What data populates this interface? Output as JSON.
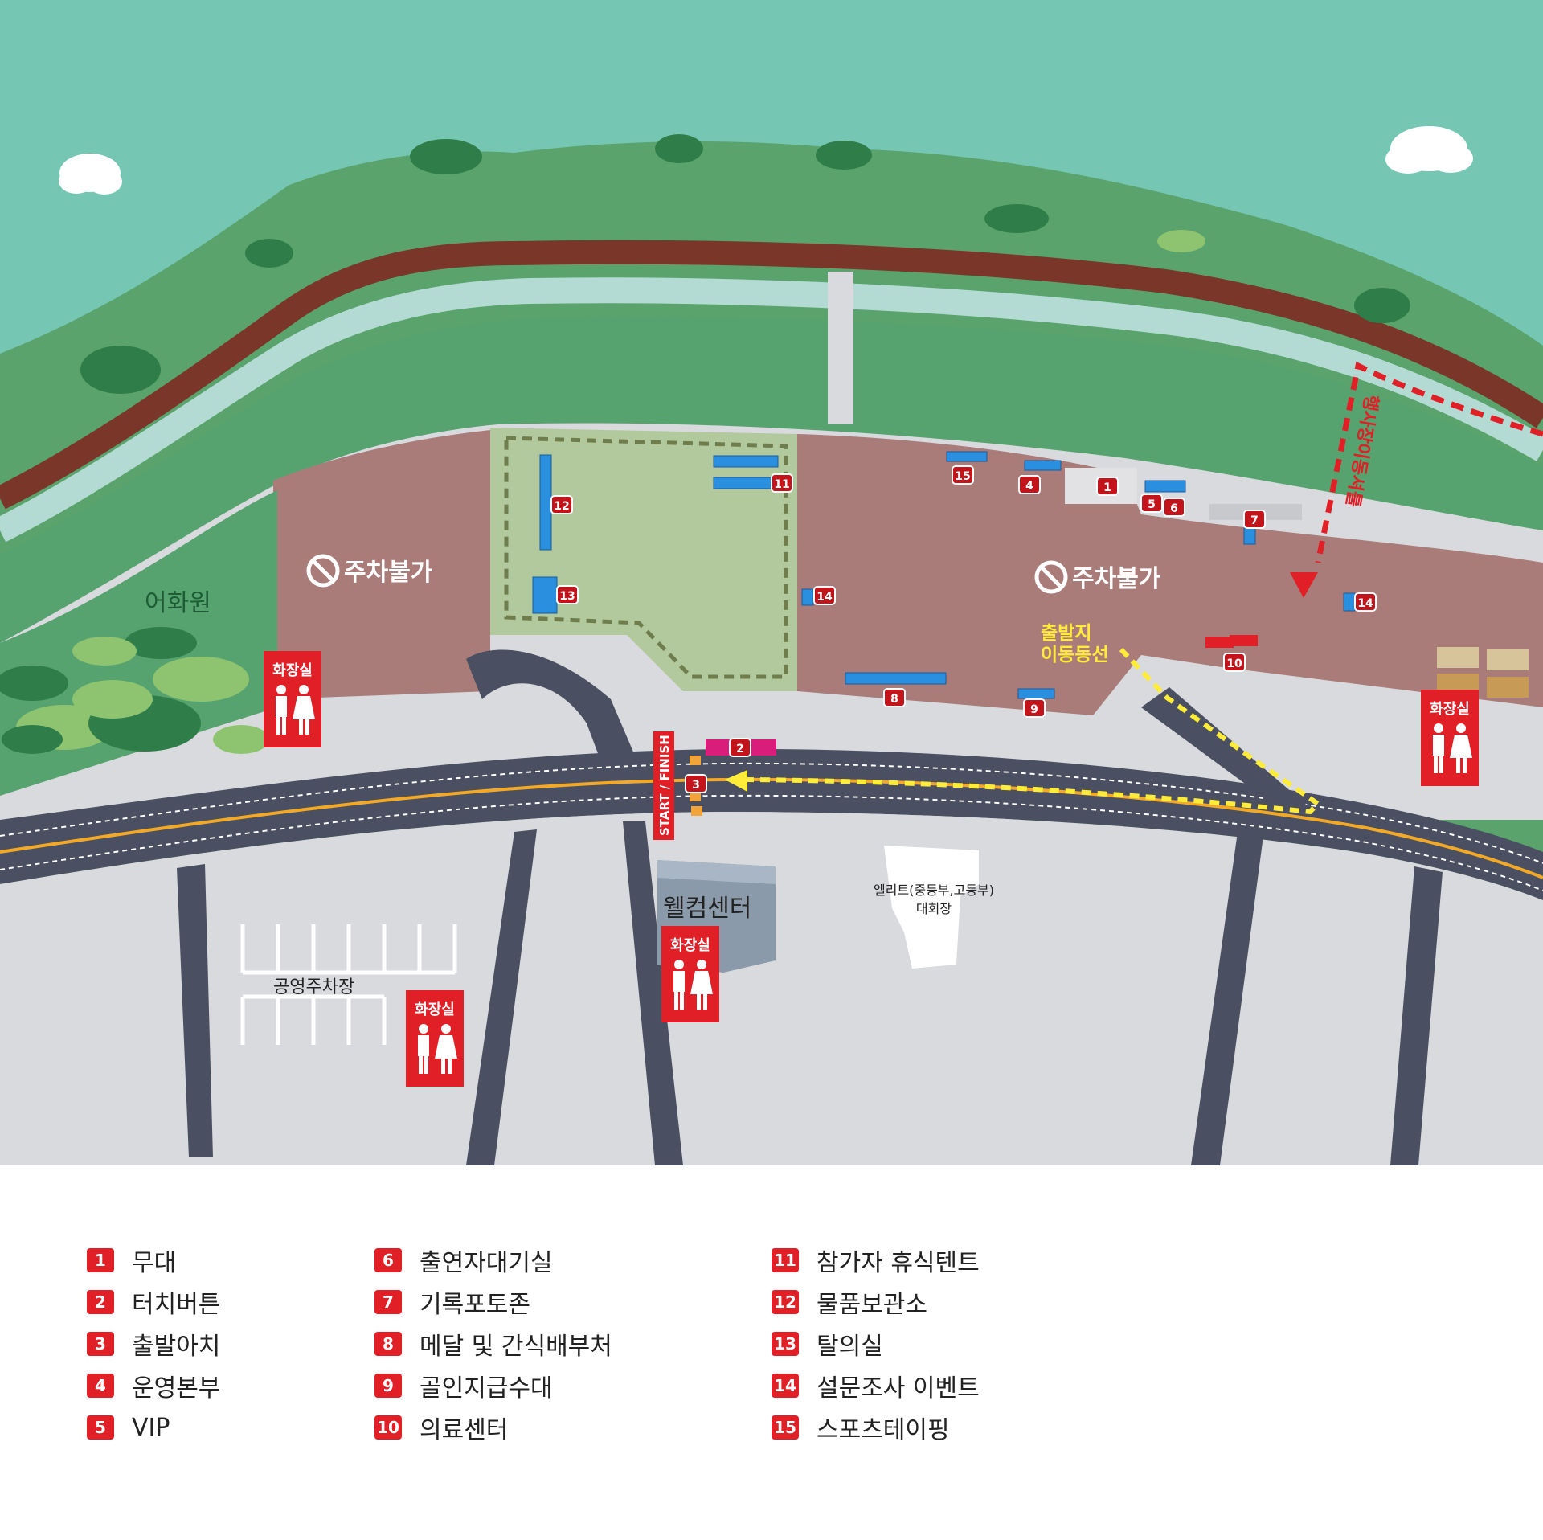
{
  "places": {
    "park": "어화원",
    "no_parking_1": "주차불가",
    "no_parking_2": "주차불가",
    "welcome_center": "웰컴센터",
    "public_parking": "공영주차장",
    "elite_1": "엘리트(중등부,고등부)",
    "elite_2": "대회장",
    "start_finish": "START / FINISH",
    "move_route_1": "출발지",
    "move_route_2": "이동동선",
    "shuttle_route": "행사장이동셔틀"
  },
  "restroom_label": "화장실",
  "markers": [
    "15",
    "4",
    "1",
    "5",
    "6",
    "7",
    "11",
    "12",
    "13",
    "14",
    "14",
    "8",
    "9",
    "10",
    "2",
    "3"
  ],
  "legend": [
    {
      "num": "1",
      "label": "무대"
    },
    {
      "num": "2",
      "label": "터치버튼"
    },
    {
      "num": "3",
      "label": "출발아치"
    },
    {
      "num": "4",
      "label": "운영본부"
    },
    {
      "num": "5",
      "label": "VIP"
    },
    {
      "num": "6",
      "label": "출연자대기실"
    },
    {
      "num": "7",
      "label": "기록포토존"
    },
    {
      "num": "8",
      "label": "메달 및 간식배부처"
    },
    {
      "num": "9",
      "label": "골인지급수대"
    },
    {
      "num": "10",
      "label": "의료센터"
    },
    {
      "num": "11",
      "label": "참가자 휴식텐트"
    },
    {
      "num": "12",
      "label": "물품보관소"
    },
    {
      "num": "13",
      "label": "탈의실"
    },
    {
      "num": "14",
      "label": "설문조사 이벤트"
    },
    {
      "num": "15",
      "label": "스포츠테이핑"
    }
  ],
  "colors": {
    "sky": "#76c6b4",
    "grass": "#56a36f",
    "river": "#b3dbd4",
    "brown_path": "#7a3628",
    "plaza": "#a97c7a",
    "lawn": "#b2c99e",
    "road": "#4a5061",
    "pavement": "#d8dade",
    "accent_red": "#e01f26",
    "route_yellow": "#ffec3a",
    "tent_blue": "#2b8fe0"
  }
}
